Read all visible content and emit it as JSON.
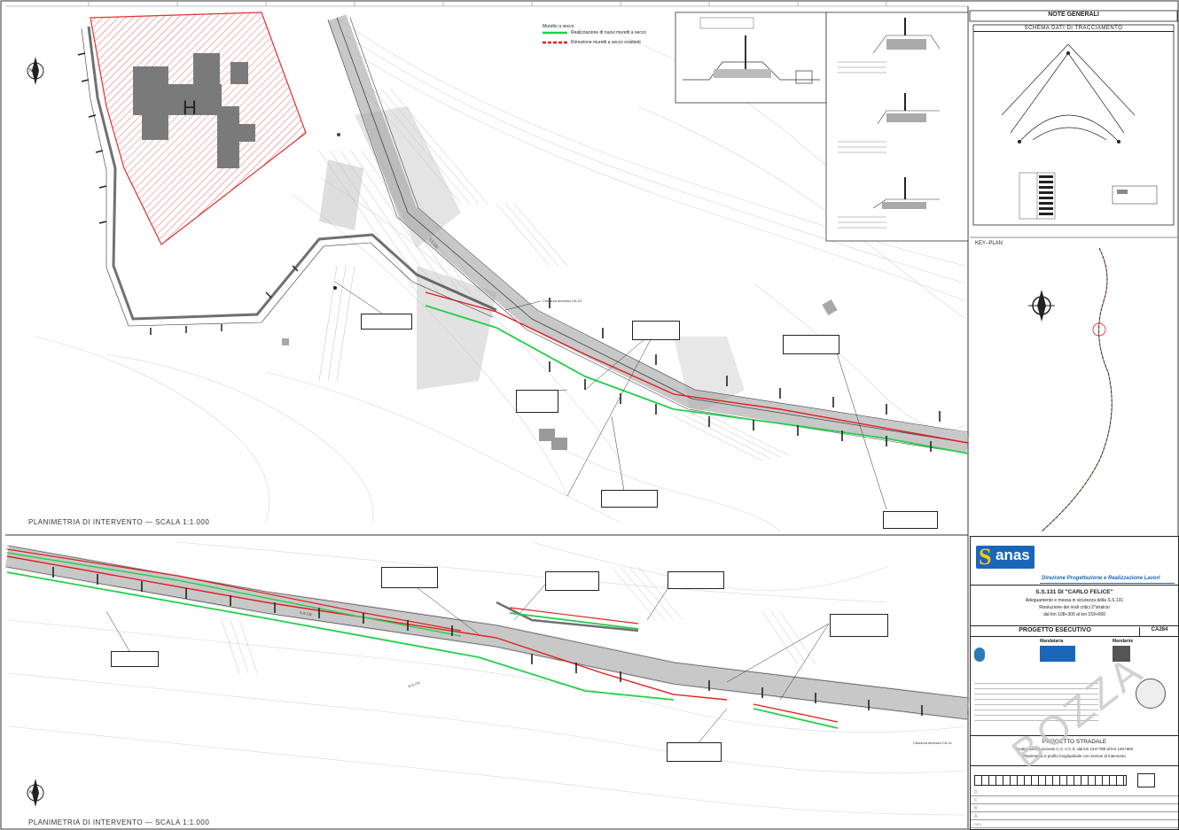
{
  "legend": {
    "item1_title": "Muretto a secco",
    "item1_label": "Realizzazione di nuovi muretti a secco",
    "item2_label": "Rimozione muretti a secco esistenti",
    "green": "#22d04a",
    "red": "#e02020",
    "hatch_red": "#e03030"
  },
  "map": {
    "compass_label": "Nord",
    "hospital_letter": "H",
    "road_label_1": "S.S.131",
    "road_label_2": "S.S.131",
    "road_label_3": "S.S.131",
    "access_label_top": "Chiusura accesso CA-10",
    "access_label_bottom": "Chiusura accesso CA-11",
    "panel_top_title": "PLANIMETRIA DI INTERVENTO — SCALA 1:1.000",
    "panel_bottom_title": "PLANIMETRIA DI INTERVENTO — SCALA 1:1.000"
  },
  "notes": {
    "header": "NOTE GENERALI",
    "schema_title": "SCHEMA DATI DI TRACCIAMENTO",
    "key_plan": "KEY–PLAN"
  },
  "title_block": {
    "brand": "anas",
    "direction": "Direzione Progettazione e Realizzazione Lavori",
    "road": "S.S.131 DI \"CARLO FELICE\"",
    "line1": "Adeguamento e messa in sicurezza della S.S.131",
    "line2": "Risoluzione dei nodi critici 2°stralcio",
    "line3": "dal km 108+300 al km 159+000",
    "phase": "PROGETTO ESECUTIVO",
    "code": "CA284",
    "mandataria": "Mandataria",
    "mandante": "Mandante",
    "section": "PROGETTO STRADALE",
    "section_sub1": "Realizzazione accessi C.A. e C.S. dal km 144+780 al km 145+950",
    "section_sub2": "Planimetria e profilo longitudinale con sezioni di intervento",
    "watermark": "BOZZA",
    "revisions": [
      "D",
      "C",
      "B",
      "A",
      "REV."
    ]
  }
}
